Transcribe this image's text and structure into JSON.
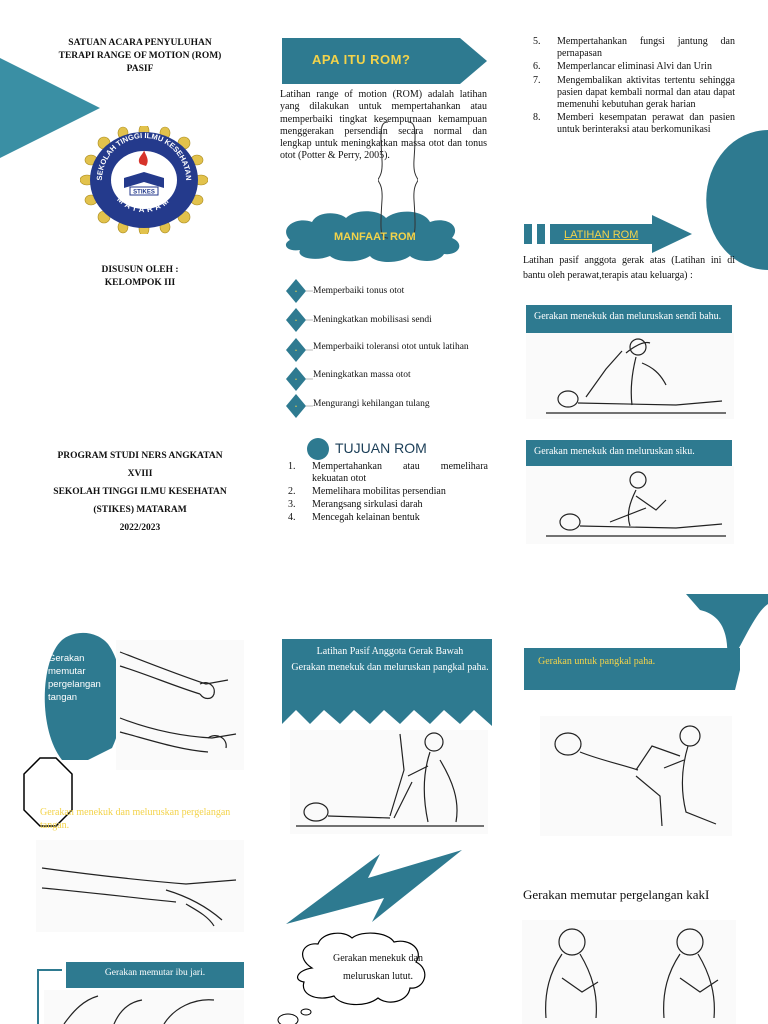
{
  "colors": {
    "teal": "#2e7a90",
    "yellow": "#f3d34a",
    "dark_text": "#111111"
  },
  "cover": {
    "title_lines": [
      "SATUAN ACARA PENYULUHAN",
      "TERAPI RANGE OF MOTION (ROM)",
      "PASIF"
    ],
    "logo": {
      "icon": "stikes-seal-icon",
      "ring_text": "SEKOLAH TINGGI ILMU KESEHATAN",
      "bottom_text": "MATARAM",
      "center_text": "STIKES"
    },
    "by_label": "DISUSUN OLEH :",
    "group": "KELOMPOK III",
    "program_lines": [
      "PROGRAM STUDI NERS ANGKATAN",
      "XVIII",
      "SEKOLAH TINGGI ILMU KESEHATAN",
      "(STIKES) MATARAM",
      "2022/2023"
    ]
  },
  "what_is": {
    "banner": "APA ITU ROM?",
    "paragraph": "Latihan range of motion (ROM) adalah latihan yang dilakukan untuk mempertahankan atau memperbaiki tingkat kesempurnaan kemampuan menggerakan persendian secara normal dan lengkap untuk meningkatkan massa otot dan tonus otot (Potter & Perry, 2005)."
  },
  "benefits": {
    "title": "MANFAAT ROM",
    "items": [
      "Memperbaiki tonus otot",
      "Meningkatkan mobilisasi sendi",
      "Memperbaiki toleransi otot untuk latihan",
      "Meningkatkan massa otot",
      "Mengurangi kehilangan tulang"
    ]
  },
  "goals": {
    "title": "TUJUAN ROM",
    "items": [
      "Mempertahankan atau memelihara kekuatan otot",
      "Memelihara mobilitas persendian",
      "Merangsang sirkulasi darah",
      "Mencegah kelainan bentuk"
    ]
  },
  "goals_cont": {
    "items": [
      {
        "num": "5.",
        "text": "Mempertahankan fungsi jantung dan pernapasan"
      },
      {
        "num": "6.",
        "text": "Memperlancar eliminasi Alvi dan Urin"
      },
      {
        "num": "7.",
        "text": "Mengembalikan aktivitas tertentu sehingga pasien dapat kembali normal dan atau dapat memenuhi kebutuhan gerak harian"
      },
      {
        "num": "8.",
        "text": "Memberi kesempatan perawat dan pasien untuk berinteraksi atau berkomunikasi"
      }
    ]
  },
  "exercise_upper": {
    "banner": "LATIHAN ROM",
    "intro": "Latihan pasif anggota gerak atas (Latihan ini di bantu oleh perawat,terapis atau keluarga) :",
    "caption_shoulder": "Gerakan menekuk dan meluruskan sendi bahu.",
    "caption_elbow": "Gerakan menekuk dan meluruskan siku."
  },
  "exercise_lower": {
    "wrist_rotate": "Gerakan memutar pergelangan tangan",
    "wrist_bend": "Gerakan menekuk dan meluruskan pergelangan tangan.",
    "thumb": "Gerakan memutar ibu jari.",
    "lower_title": "Latihan Pasif Anggota Gerak Bawah",
    "hip_bend": "Gerakan menekuk dan meluruskan pangkal paha.",
    "knee": "Gerakan menekuk dan meluruskan lutut.",
    "hip_base": "Gerakan untuk pangkal paha.",
    "ankle": "Gerakan memutar pergelangan kakI"
  }
}
